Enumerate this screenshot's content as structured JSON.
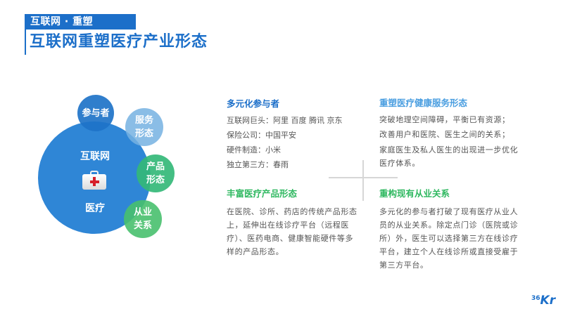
{
  "header": {
    "section_tag": "互联网 · 重塑",
    "title": "互联网重塑医疗产业形态"
  },
  "diagram": {
    "center_top": "互联网",
    "center_bottom": "医疗",
    "center_icon": "medical-kit-icon",
    "satellites": [
      {
        "line1": "参与者",
        "line2": "",
        "color": "#1e73c8"
      },
      {
        "line1": "服务",
        "line2": "形态",
        "color": "#76b2e2"
      },
      {
        "line1": "产品",
        "line2": "形态",
        "color": "#34b878"
      },
      {
        "line1": "从业",
        "line2": "关系",
        "color": "#48c06e"
      }
    ]
  },
  "blocks": {
    "participants": {
      "title": "多元化参与者",
      "lines": [
        "互联网巨头：阿里 百度 腾讯 京东",
        "保险公司：中国平安",
        "硬件制造：小米",
        "独立第三方：春雨"
      ]
    },
    "service": {
      "title": "重塑医疗健康服务形态",
      "lines": [
        "突破地理空间障碍，平衡已有资源；",
        "改善用户和医院、医生之间的关系；",
        "家庭医生及私人医生的出现进一步优化医疗体系。"
      ]
    },
    "product": {
      "title": "丰富医疗产品形态",
      "text": "在医院、诊所、药店的传统产品形态上，延伸出在线诊疗平台（远程医疗）、医药电商、健康智能硬件等多样的产品形态。"
    },
    "relation": {
      "title": "重构现有从业关系",
      "text": "多元化的参与者打破了现有医疗从业人员的从业关系。除定点门诊（医院或诊所）外，医生可以选择第三方在线诊疗平台，建立个人在线诊所或直接受雇于第三方平台。"
    }
  },
  "logo": {
    "sup": "36",
    "main": "Kr"
  },
  "colors": {
    "primary": "#1c6fc9",
    "light_blue": "#4a9ee0",
    "green": "#2fb860",
    "text": "#555555"
  }
}
